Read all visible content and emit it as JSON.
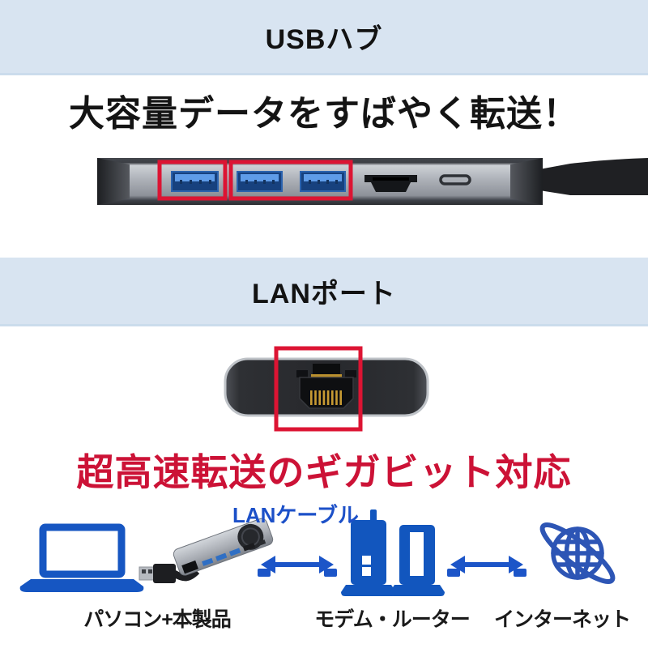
{
  "colors": {
    "banner_bg": "#d8e4f1",
    "highlight_red": "#dc1433",
    "headline_red": "#cc1236",
    "accent_blue": "#1656c2",
    "globe_blue": "#2d55b5",
    "text_black": "#1a1a1a"
  },
  "usb_section": {
    "banner_label": "USBハブ",
    "headline": "大容量データをすばやく転送！",
    "figure_icons": [
      "usb-a-port-icon",
      "usb-a-port-icon",
      "usb-a-port-icon",
      "hdmi-port-icon",
      "usb-c-port-icon",
      "red-highlight-frame",
      "usb-cable"
    ]
  },
  "lan_section": {
    "banner_label": "LANポート",
    "headline": "超高速転送のギガビット対応",
    "figure_icons": [
      "rj45-lan-port-icon",
      "red-highlight-frame"
    ]
  },
  "connection_diagram": {
    "cable_label": "LANケーブル",
    "nodes": [
      {
        "icon": "laptop-and-hub-icon",
        "label": "パソコン+本製品"
      },
      {
        "icon": "modem-router-icon",
        "label": "モデム・ルーター"
      },
      {
        "icon": "globe-internet-icon",
        "label": "インターネット"
      }
    ],
    "connector_icons": [
      "lan-arrow-icon",
      "lan-arrow-icon"
    ]
  }
}
